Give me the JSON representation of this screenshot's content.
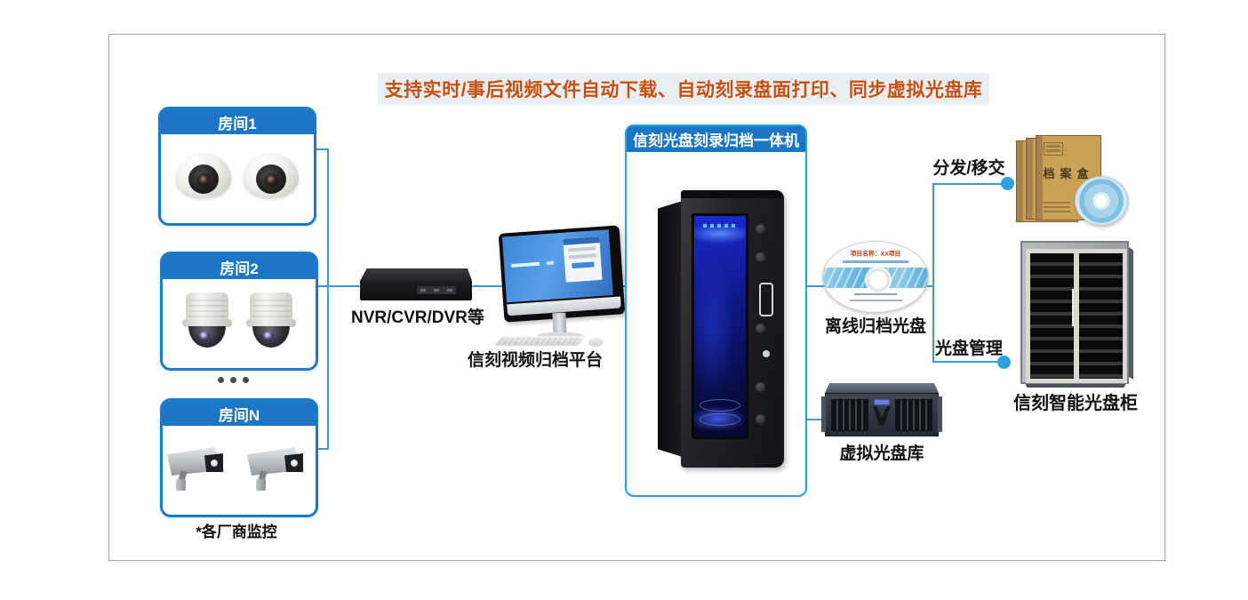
{
  "banner": {
    "text": "支持实时/事后视频文件自动下载、自动刻录盘面打印、同步虚拟光盘库"
  },
  "rooms": {
    "note": "*各厂商监控",
    "items": [
      {
        "label": "房间1"
      },
      {
        "label": "房间2"
      },
      {
        "label": "房间N"
      }
    ]
  },
  "nvr": {
    "label": "NVR/CVR/DVR等"
  },
  "platform": {
    "label": "信刻视频归档平台"
  },
  "recorder": {
    "title": "信刻光盘刻录归档一体机"
  },
  "offline_disc": {
    "label": "离线归档光盘",
    "disc_print_title": "项目名称：XX项目"
  },
  "virtual_library": {
    "label": "虚拟光盘库"
  },
  "branches": {
    "distribute": "分发/移交",
    "manage": "光盘管理"
  },
  "archive": {
    "box_label": "档案盒"
  },
  "cabinet": {
    "label": "信刻智能光盘柜"
  },
  "colors": {
    "connector_line": "#4198d4",
    "connector_dot": "#2e9fe0",
    "node_header_blue": "#1b76c6",
    "node_border_blue": "#1b7ac9",
    "recorder_border_blue": "#2aa2de",
    "banner_background": "#eaeef3",
    "banner_text": "#c8500f"
  }
}
